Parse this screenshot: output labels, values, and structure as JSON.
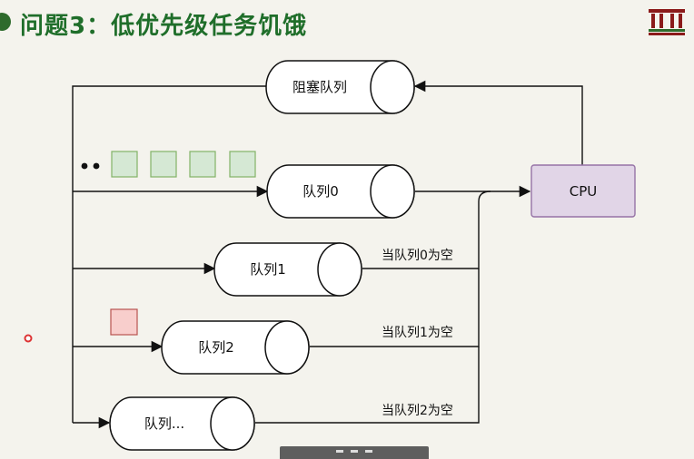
{
  "slide": {
    "title": "问题3：低优先级任务饥饿"
  },
  "diagram": {
    "cpu_label": "CPU",
    "queues": [
      {
        "id": "blocked",
        "label": "阻塞队列"
      },
      {
        "id": "q0",
        "label": "队列0"
      },
      {
        "id": "q1",
        "label": "队列1"
      },
      {
        "id": "q2",
        "label": "队列2"
      },
      {
        "id": "qn",
        "label": "队列..."
      }
    ],
    "conditions": [
      "当队列0为空",
      "当队列1为空",
      "当队列2为空"
    ],
    "task_blocks": {
      "waiting_count": 4,
      "waiting_color": "#d5e8d4",
      "single_color": "#f8cecc"
    }
  },
  "colors": {
    "title": "#1f6e2a",
    "cpu_fill": "#e1d5e7",
    "cpu_stroke": "#9673a6",
    "green_stroke": "#82b366",
    "red_stroke": "#b85450"
  }
}
